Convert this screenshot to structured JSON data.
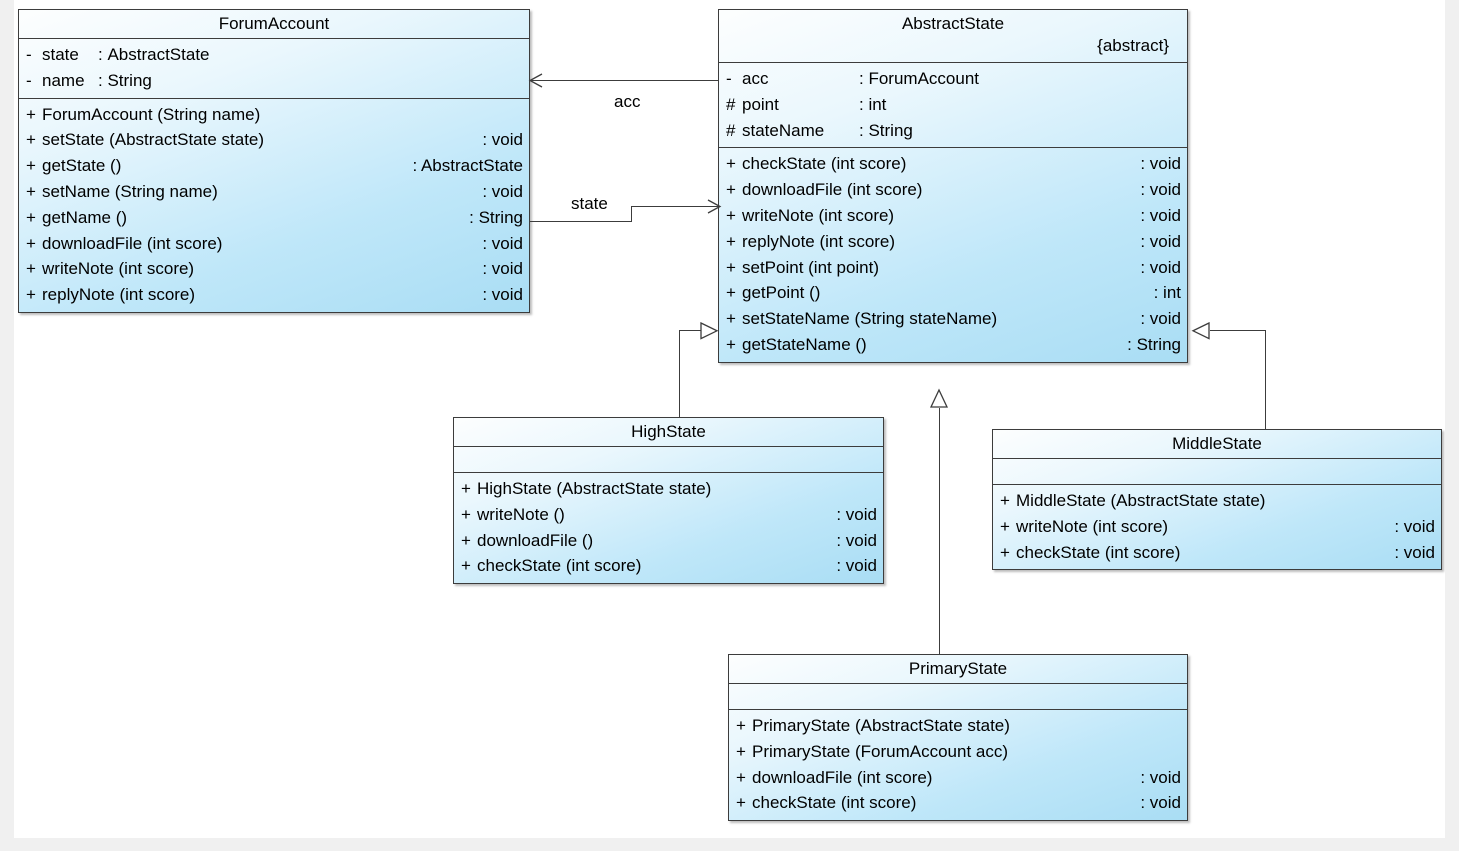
{
  "diagram": {
    "type": "uml-class-diagram",
    "title": "State pattern class diagram",
    "background_color": "#ffffff",
    "page_background_color": "#f0f0f0",
    "class_fill_top": "#fdfefe",
    "class_fill_bottom": "#a9ddf4",
    "border_color": "#3c3c3c"
  },
  "classes": [
    {
      "id": "forum-account",
      "name": "ForumAccount",
      "stereotype": "",
      "attributes": [
        {
          "visibility": "-",
          "name": "state",
          "type": "AbstractState"
        },
        {
          "visibility": "-",
          "name": "name",
          "type": "String"
        }
      ],
      "operations": [
        {
          "visibility": "+",
          "signature": "ForumAccount (String name)",
          "return": ""
        },
        {
          "visibility": "+",
          "signature": "setState (AbstractState state)",
          "return": ": void"
        },
        {
          "visibility": "+",
          "signature": "getState ()",
          "return": ": AbstractState"
        },
        {
          "visibility": "+",
          "signature": "setName (String name)",
          "return": ": void"
        },
        {
          "visibility": "+",
          "signature": "getName ()",
          "return": ": String"
        },
        {
          "visibility": "+",
          "signature": "downloadFile (int score)",
          "return": ": void"
        },
        {
          "visibility": "+",
          "signature": "writeNote (int score)",
          "return": ": void"
        },
        {
          "visibility": "+",
          "signature": "replyNote (int score)",
          "return": ": void"
        }
      ]
    },
    {
      "id": "abstract-state",
      "name": "AbstractState",
      "stereotype": "{abstract}",
      "attributes": [
        {
          "visibility": "-",
          "name": "acc",
          "type": "ForumAccount"
        },
        {
          "visibility": "#",
          "name": "point",
          "type": "int"
        },
        {
          "visibility": "#",
          "name": "stateName",
          "type": "String"
        }
      ],
      "operations": [
        {
          "visibility": "+",
          "signature": "checkState (int score)",
          "return": ": void"
        },
        {
          "visibility": "+",
          "signature": "downloadFile (int score)",
          "return": ": void"
        },
        {
          "visibility": "+",
          "signature": "writeNote (int score)",
          "return": ": void"
        },
        {
          "visibility": "+",
          "signature": "replyNote (int score)",
          "return": ": void"
        },
        {
          "visibility": "+",
          "signature": "setPoint (int point)",
          "return": ": void"
        },
        {
          "visibility": "+",
          "signature": "getPoint ()",
          "return": ": int"
        },
        {
          "visibility": "+",
          "signature": "setStateName (String stateName)",
          "return": ": void"
        },
        {
          "visibility": "+",
          "signature": "getStateName ()",
          "return": ": String"
        }
      ]
    },
    {
      "id": "high-state",
      "name": "HighState",
      "stereotype": "",
      "attributes": [],
      "operations": [
        {
          "visibility": "+",
          "signature": "HighState (AbstractState state)",
          "return": ""
        },
        {
          "visibility": "+",
          "signature": "writeNote ()",
          "return": ": void"
        },
        {
          "visibility": "+",
          "signature": "downloadFile ()",
          "return": ": void"
        },
        {
          "visibility": "+",
          "signature": "checkState (int score)",
          "return": ": void"
        }
      ]
    },
    {
      "id": "middle-state",
      "name": "MiddleState",
      "stereotype": "",
      "attributes": [],
      "operations": [
        {
          "visibility": "+",
          "signature": "MiddleState (AbstractState state)",
          "return": ""
        },
        {
          "visibility": "+",
          "signature": "writeNote (int score)",
          "return": ": void"
        },
        {
          "visibility": "+",
          "signature": "checkState (int score)",
          "return": ": void"
        }
      ]
    },
    {
      "id": "primary-state",
      "name": "PrimaryState",
      "stereotype": "",
      "attributes": [],
      "operations": [
        {
          "visibility": "+",
          "signature": "PrimaryState (AbstractState state)",
          "return": ""
        },
        {
          "visibility": "+",
          "signature": "PrimaryState (ForumAccount acc)",
          "return": ""
        },
        {
          "visibility": "+",
          "signature": "downloadFile (int score)",
          "return": ": void"
        },
        {
          "visibility": "+",
          "signature": "checkState (int score)",
          "return": ": void"
        }
      ]
    }
  ],
  "relationships": [
    {
      "id": "acc-association",
      "kind": "association",
      "label": "acc",
      "from": "AbstractState",
      "to": "ForumAccount",
      "arrow": "open"
    },
    {
      "id": "state-association",
      "kind": "association",
      "label": "state",
      "from": "ForumAccount",
      "to": "AbstractState",
      "arrow": "open"
    },
    {
      "id": "high-state-generalization",
      "kind": "generalization",
      "label": "",
      "from": "HighState",
      "to": "AbstractState",
      "arrow": "hollow-triangle"
    },
    {
      "id": "middle-state-generalization",
      "kind": "generalization",
      "label": "",
      "from": "MiddleState",
      "to": "AbstractState",
      "arrow": "hollow-triangle"
    },
    {
      "id": "primary-state-generalization",
      "kind": "generalization",
      "label": "",
      "from": "PrimaryState",
      "to": "AbstractState",
      "arrow": "hollow-triangle"
    }
  ]
}
